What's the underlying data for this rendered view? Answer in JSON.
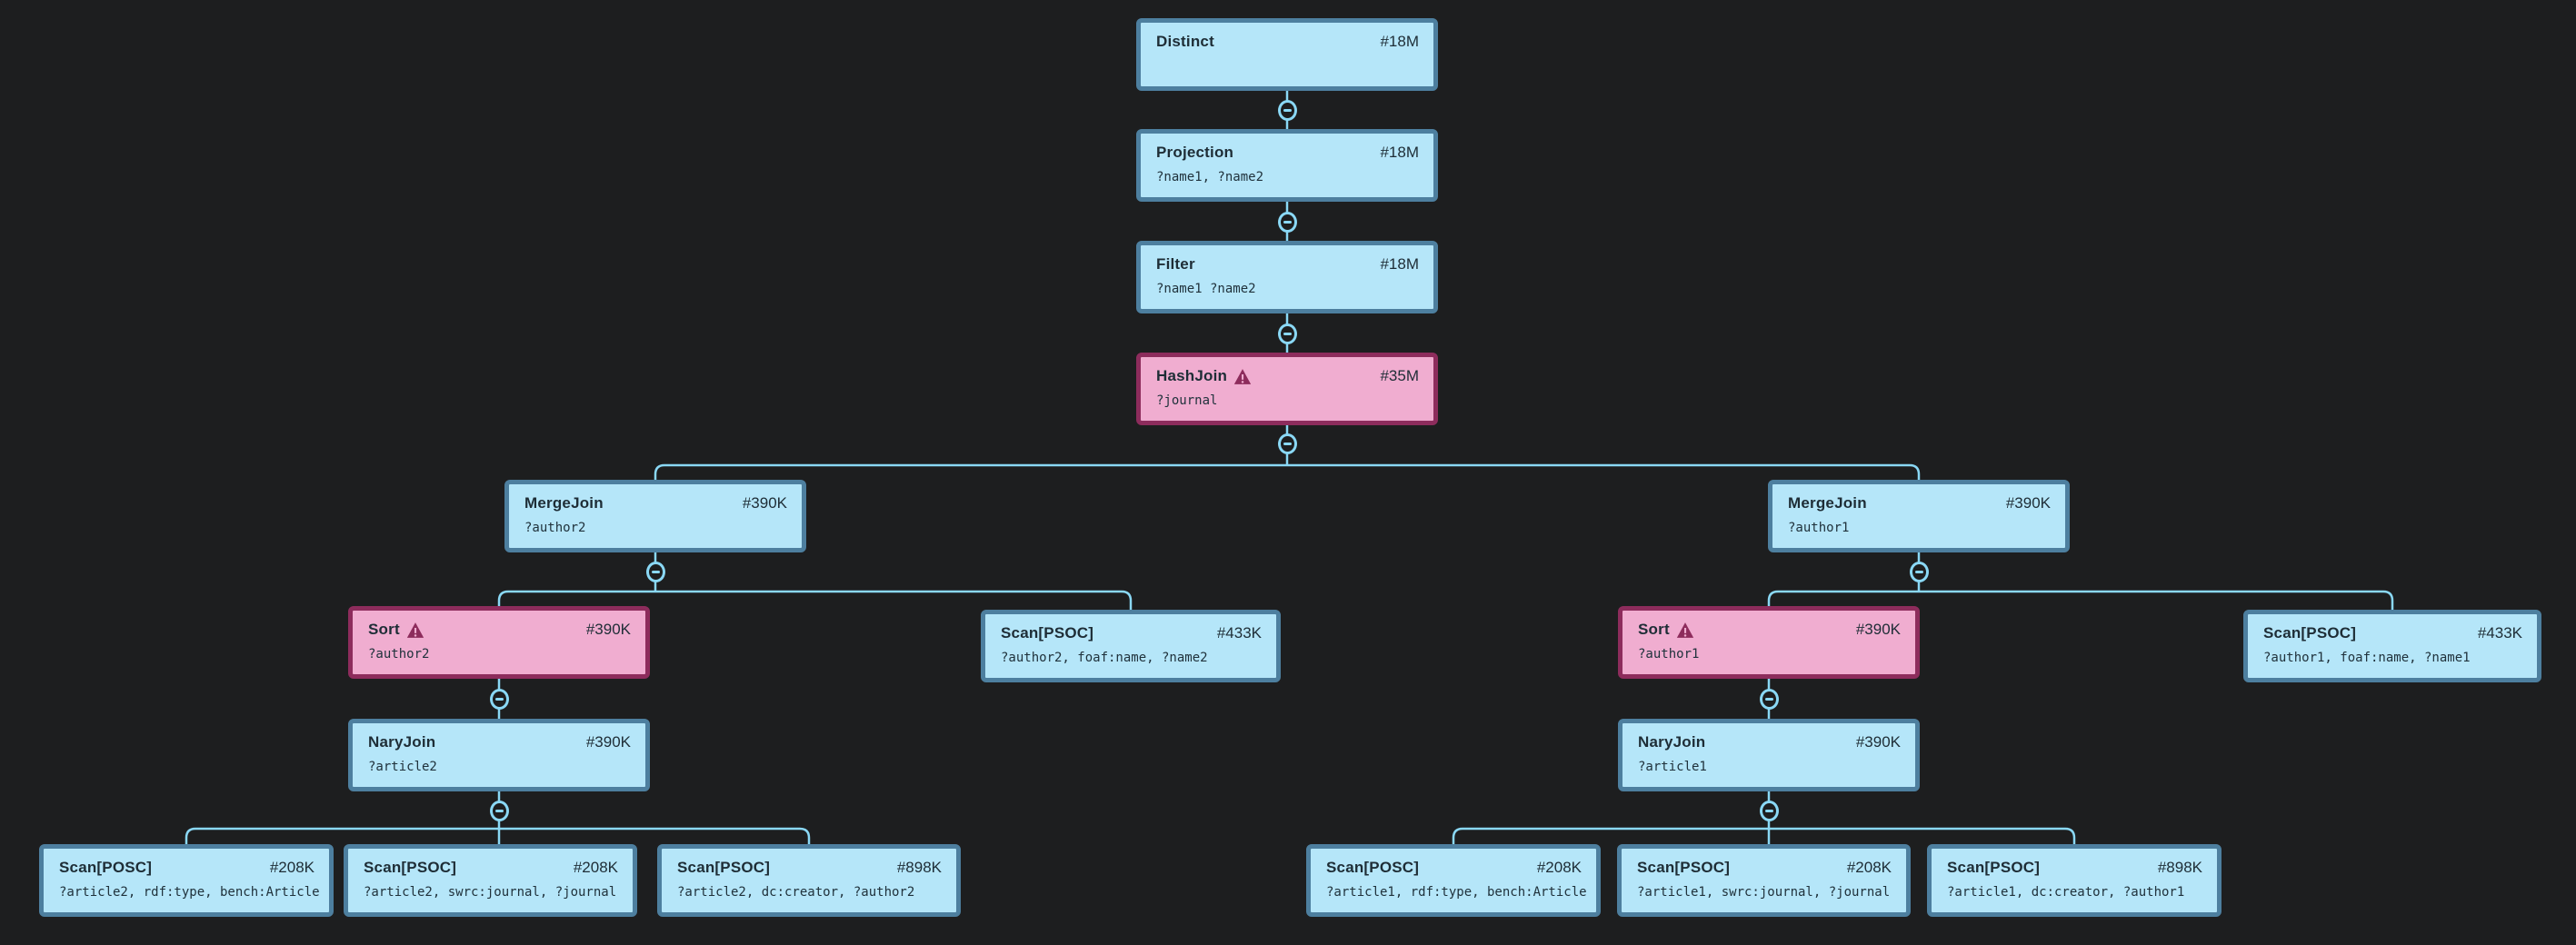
{
  "app": {
    "name": "query-plan-tree"
  },
  "palette": {
    "background": "#1d1e1f",
    "node_fill_blue": "#b5e6f9",
    "node_border_blue": "#4d7f9f",
    "node_fill_pink": "#f0add0",
    "node_border_pink": "#8d2c5c",
    "edge_color": "#8ad8f5",
    "text_color": "#1e2d36",
    "warning_color": "#8d2c5c"
  },
  "icons": {
    "collapse_button": "minus-circle-icon",
    "warning": "warning-triangle-icon"
  },
  "nodes": [
    {
      "id": "distinct",
      "label": "Distinct",
      "count": "#18M",
      "subtitle": "",
      "variant": "blue",
      "warning": false
    },
    {
      "id": "projection",
      "label": "Projection",
      "count": "#18M",
      "subtitle": "?name1, ?name2",
      "variant": "blue",
      "warning": false
    },
    {
      "id": "filter",
      "label": "Filter",
      "count": "#18M",
      "subtitle": "?name1 ?name2",
      "variant": "blue",
      "warning": false
    },
    {
      "id": "hashjoin",
      "label": "HashJoin",
      "count": "#35M",
      "subtitle": "?journal",
      "variant": "pink",
      "warning": true
    },
    {
      "id": "mergejoin-2",
      "label": "MergeJoin",
      "count": "#390K",
      "subtitle": "?author2",
      "variant": "blue",
      "warning": false
    },
    {
      "id": "mergejoin-1",
      "label": "MergeJoin",
      "count": "#390K",
      "subtitle": "?author1",
      "variant": "blue",
      "warning": false
    },
    {
      "id": "sort-2",
      "label": "Sort",
      "count": "#390K",
      "subtitle": "?author2",
      "variant": "pink",
      "warning": true
    },
    {
      "id": "scan-name2",
      "label": "Scan[PSOC]",
      "count": "#433K",
      "subtitle": "?author2, foaf:name, ?name2",
      "variant": "blue",
      "warning": false
    },
    {
      "id": "sort-1",
      "label": "Sort",
      "count": "#390K",
      "subtitle": "?author1",
      "variant": "pink",
      "warning": true
    },
    {
      "id": "scan-name1",
      "label": "Scan[PSOC]",
      "count": "#433K",
      "subtitle": "?author1, foaf:name, ?name1",
      "variant": "blue",
      "warning": false
    },
    {
      "id": "naryjoin-2",
      "label": "NaryJoin",
      "count": "#390K",
      "subtitle": "?article2",
      "variant": "blue",
      "warning": false
    },
    {
      "id": "naryjoin-1",
      "label": "NaryJoin",
      "count": "#390K",
      "subtitle": "?article1",
      "variant": "blue",
      "warning": false
    },
    {
      "id": "scan-l1",
      "label": "Scan[POSC]",
      "count": "#208K",
      "subtitle": "?article2, rdf:type, bench:Article",
      "variant": "blue",
      "warning": false
    },
    {
      "id": "scan-l2",
      "label": "Scan[PSOC]",
      "count": "#208K",
      "subtitle": "?article2, swrc:journal, ?journal",
      "variant": "blue",
      "warning": false
    },
    {
      "id": "scan-l3",
      "label": "Scan[PSOC]",
      "count": "#898K",
      "subtitle": "?article2, dc:creator, ?author2",
      "variant": "blue",
      "warning": false
    },
    {
      "id": "scan-r1",
      "label": "Scan[POSC]",
      "count": "#208K",
      "subtitle": "?article1, rdf:type, bench:Article",
      "variant": "blue",
      "warning": false
    },
    {
      "id": "scan-r2",
      "label": "Scan[PSOC]",
      "count": "#208K",
      "subtitle": "?article1, swrc:journal, ?journal",
      "variant": "blue",
      "warning": false
    },
    {
      "id": "scan-r3",
      "label": "Scan[PSOC]",
      "count": "#898K",
      "subtitle": "?article1, dc:creator, ?author1",
      "variant": "blue",
      "warning": false
    }
  ]
}
